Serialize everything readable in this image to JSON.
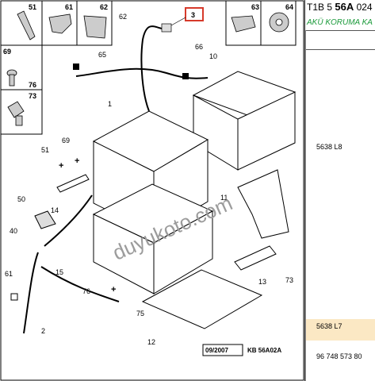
{
  "header": {
    "prefix": "T1B 5",
    "code": "56A",
    "suffix": "024",
    "subtitle": "AKÜ KORUMA KA"
  },
  "references": [
    {
      "code": "5638 L8"
    },
    {
      "code": "5638 L7"
    },
    {
      "code": "96 748 573 80"
    }
  ],
  "callouts": {
    "c51": "51",
    "c61": "61",
    "c62": "62",
    "c63": "63",
    "c64": "64",
    "c69": "69",
    "c76a": "76",
    "c73a": "73",
    "c3": "3",
    "c62b": "62",
    "c65": "65",
    "c66": "66",
    "c10": "10",
    "c1": "1",
    "c51b": "51",
    "c69b": "69",
    "c14": "14",
    "c50": "50",
    "c40": "40",
    "c15": "15",
    "c61b": "61",
    "c76b": "76",
    "c75": "75",
    "c2": "2",
    "c12": "12",
    "c11": "11",
    "c13": "13",
    "c73b": "73"
  },
  "watermark": "duyukoto.com",
  "footer": {
    "date": "09/2007",
    "ref": "KB 56A02A"
  },
  "colors": {
    "highlight_box": "#d63a2b",
    "subtitle": "#1a9a3a",
    "highlight_row": "#fbe8c4"
  }
}
